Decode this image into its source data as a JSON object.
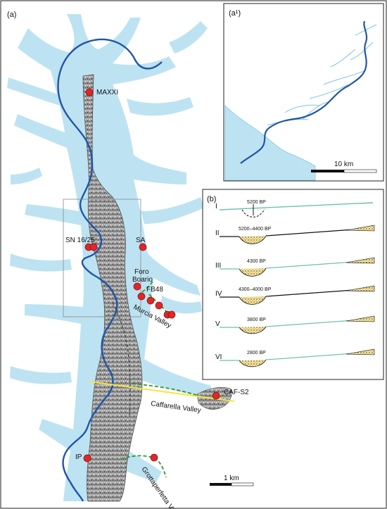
{
  "panels": {
    "main_tag": "(a)",
    "inset_tag": "(a¹)",
    "profile_tag": "(b)"
  },
  "colors": {
    "water": "#bde3f2",
    "water_edge": "#7fc5e3",
    "river": "#2155a8",
    "alluvium": "#a9a9a9",
    "site": "#e42528",
    "valley_line": "#2b9b2b",
    "section_line": "#f5e63a",
    "surface_line": "#6cc0b0"
  },
  "sites": [
    {
      "id": "maxxi",
      "label": "MAXXI"
    },
    {
      "id": "sn1625",
      "label": "SN 16/25"
    },
    {
      "id": "sa",
      "label": "SA"
    },
    {
      "id": "foro-boario",
      "label": "Foro\nBoario"
    },
    {
      "id": "fb48",
      "label": "FB48"
    },
    {
      "id": "caf-s2",
      "label": "CAF-S2"
    },
    {
      "id": "ip",
      "label": "IP"
    }
  ],
  "valleys": [
    {
      "id": "murcia",
      "label": "Murcia Valley"
    },
    {
      "id": "caffarella",
      "label": "Caffarella Valley"
    },
    {
      "id": "grottaperfetta",
      "label": "Grottaperfetta Valley"
    }
  ],
  "scalebars": {
    "main": "1 km",
    "inset": "10 km"
  },
  "profiles": [
    {
      "numeral": "I",
      "age": "5200 BP"
    },
    {
      "numeral": "II",
      "age": "5200–4400 BP"
    },
    {
      "numeral": "III",
      "age": "4300 BP"
    },
    {
      "numeral": "IV",
      "age": "4300–4000 BP"
    },
    {
      "numeral": "V",
      "age": "3800 BP"
    },
    {
      "numeral": "VI",
      "age": "2800 BP"
    }
  ]
}
